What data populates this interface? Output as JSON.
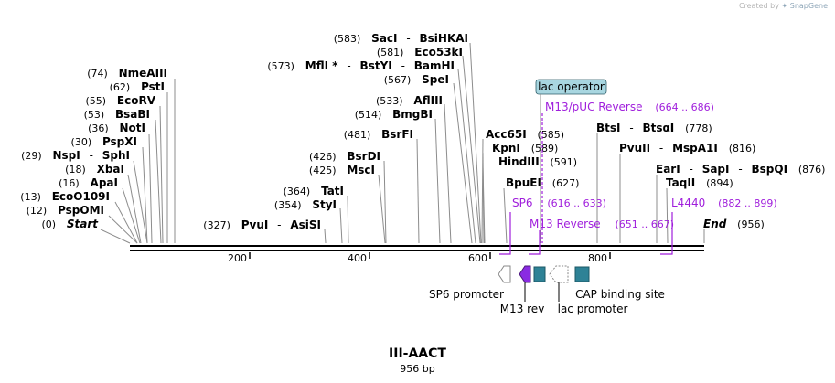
{
  "credit": {
    "prefix": "Created by",
    "brand": "SnapGene"
  },
  "title": "III-AACT",
  "subtitle": "956 bp",
  "sequence_length": 956,
  "ruler": [
    200,
    400,
    600,
    800
  ],
  "enzymes": [
    {
      "pos": "(583)",
      "name": "SacI",
      "name2": "BsiHKAI",
      "sep": "-"
    },
    {
      "pos": "(581)",
      "name": "Eco53kI"
    },
    {
      "pos": "(573)",
      "name": "MflI *",
      "name2": "BstYI",
      "name3": "BamHI",
      "sep": "-"
    },
    {
      "pos": "(567)",
      "name": "SpeI"
    },
    {
      "pos": "(533)",
      "name": "AflIII"
    },
    {
      "pos": "(514)",
      "name": "BmgBI"
    },
    {
      "pos": "(481)",
      "name": "BsrFI"
    },
    {
      "pos": "(426)",
      "name": "BsrDI"
    },
    {
      "pos": "(425)",
      "name": "MscI"
    },
    {
      "pos": "(364)",
      "name": "TatI"
    },
    {
      "pos": "(354)",
      "name": "StyI"
    },
    {
      "pos": "(327)",
      "name": "PvuI",
      "name2": "AsiSI",
      "sep": "-"
    },
    {
      "pos": "(74)",
      "name": "NmeAIII"
    },
    {
      "pos": "(62)",
      "name": "PstI"
    },
    {
      "pos": "(55)",
      "name": "EcoRV"
    },
    {
      "pos": "(53)",
      "name": "BsaBI"
    },
    {
      "pos": "(36)",
      "name": "NotI"
    },
    {
      "pos": "(30)",
      "name": "PspXI"
    },
    {
      "pos": "(29)",
      "name": "NspI",
      "name2": "SphI",
      "sep": "-"
    },
    {
      "pos": "(18)",
      "name": "XbaI"
    },
    {
      "pos": "(16)",
      "name": "ApaI"
    },
    {
      "pos": "(13)",
      "name": "EcoO109I"
    },
    {
      "pos": "(12)",
      "name": "PspOMI"
    },
    {
      "pos": "(0)",
      "name": "Start"
    },
    {
      "name": "Acc65I",
      "pos": "(585)"
    },
    {
      "name": "KpnI",
      "pos": "(589)"
    },
    {
      "name": "HindIII",
      "pos": "(591)"
    },
    {
      "name": "BpuEI",
      "pos": "(627)"
    },
    {
      "name": "BtsI",
      "name2": "BtsαI",
      "sep": "-",
      "pos": "(778)"
    },
    {
      "name": "PvuII",
      "name2": "MspA1I",
      "sep": "-",
      "pos": "(816)"
    },
    {
      "name": "EarI",
      "name2": "SapI",
      "name3": "BspQI",
      "sep": "-",
      "pos": "(876)"
    },
    {
      "name": "TaqII",
      "pos": "(894)"
    },
    {
      "name": "End",
      "pos": "(956)"
    }
  ],
  "primers": [
    {
      "name": "M13/pUC Reverse",
      "range": "(664 .. 686)"
    },
    {
      "name": "SP6",
      "range": "(616 .. 633)"
    },
    {
      "name": "M13 Reverse",
      "range": "(651 .. 667)"
    },
    {
      "name": "L4440",
      "range": "(882 .. 899)"
    }
  ],
  "features": {
    "lac_operator": "lac operator",
    "sp6_promoter": "SP6 promoter",
    "m13_rev": "M13 rev",
    "lac_promoter": "lac promoter",
    "cap_binding_site": "CAP binding site"
  },
  "colors": {
    "primer": "#a01fdc",
    "feature_teal": "#2e8296",
    "m13_rev_fill": "#8a2be2",
    "operator_fill": "#a8d6e0",
    "backbone": "#000000"
  }
}
